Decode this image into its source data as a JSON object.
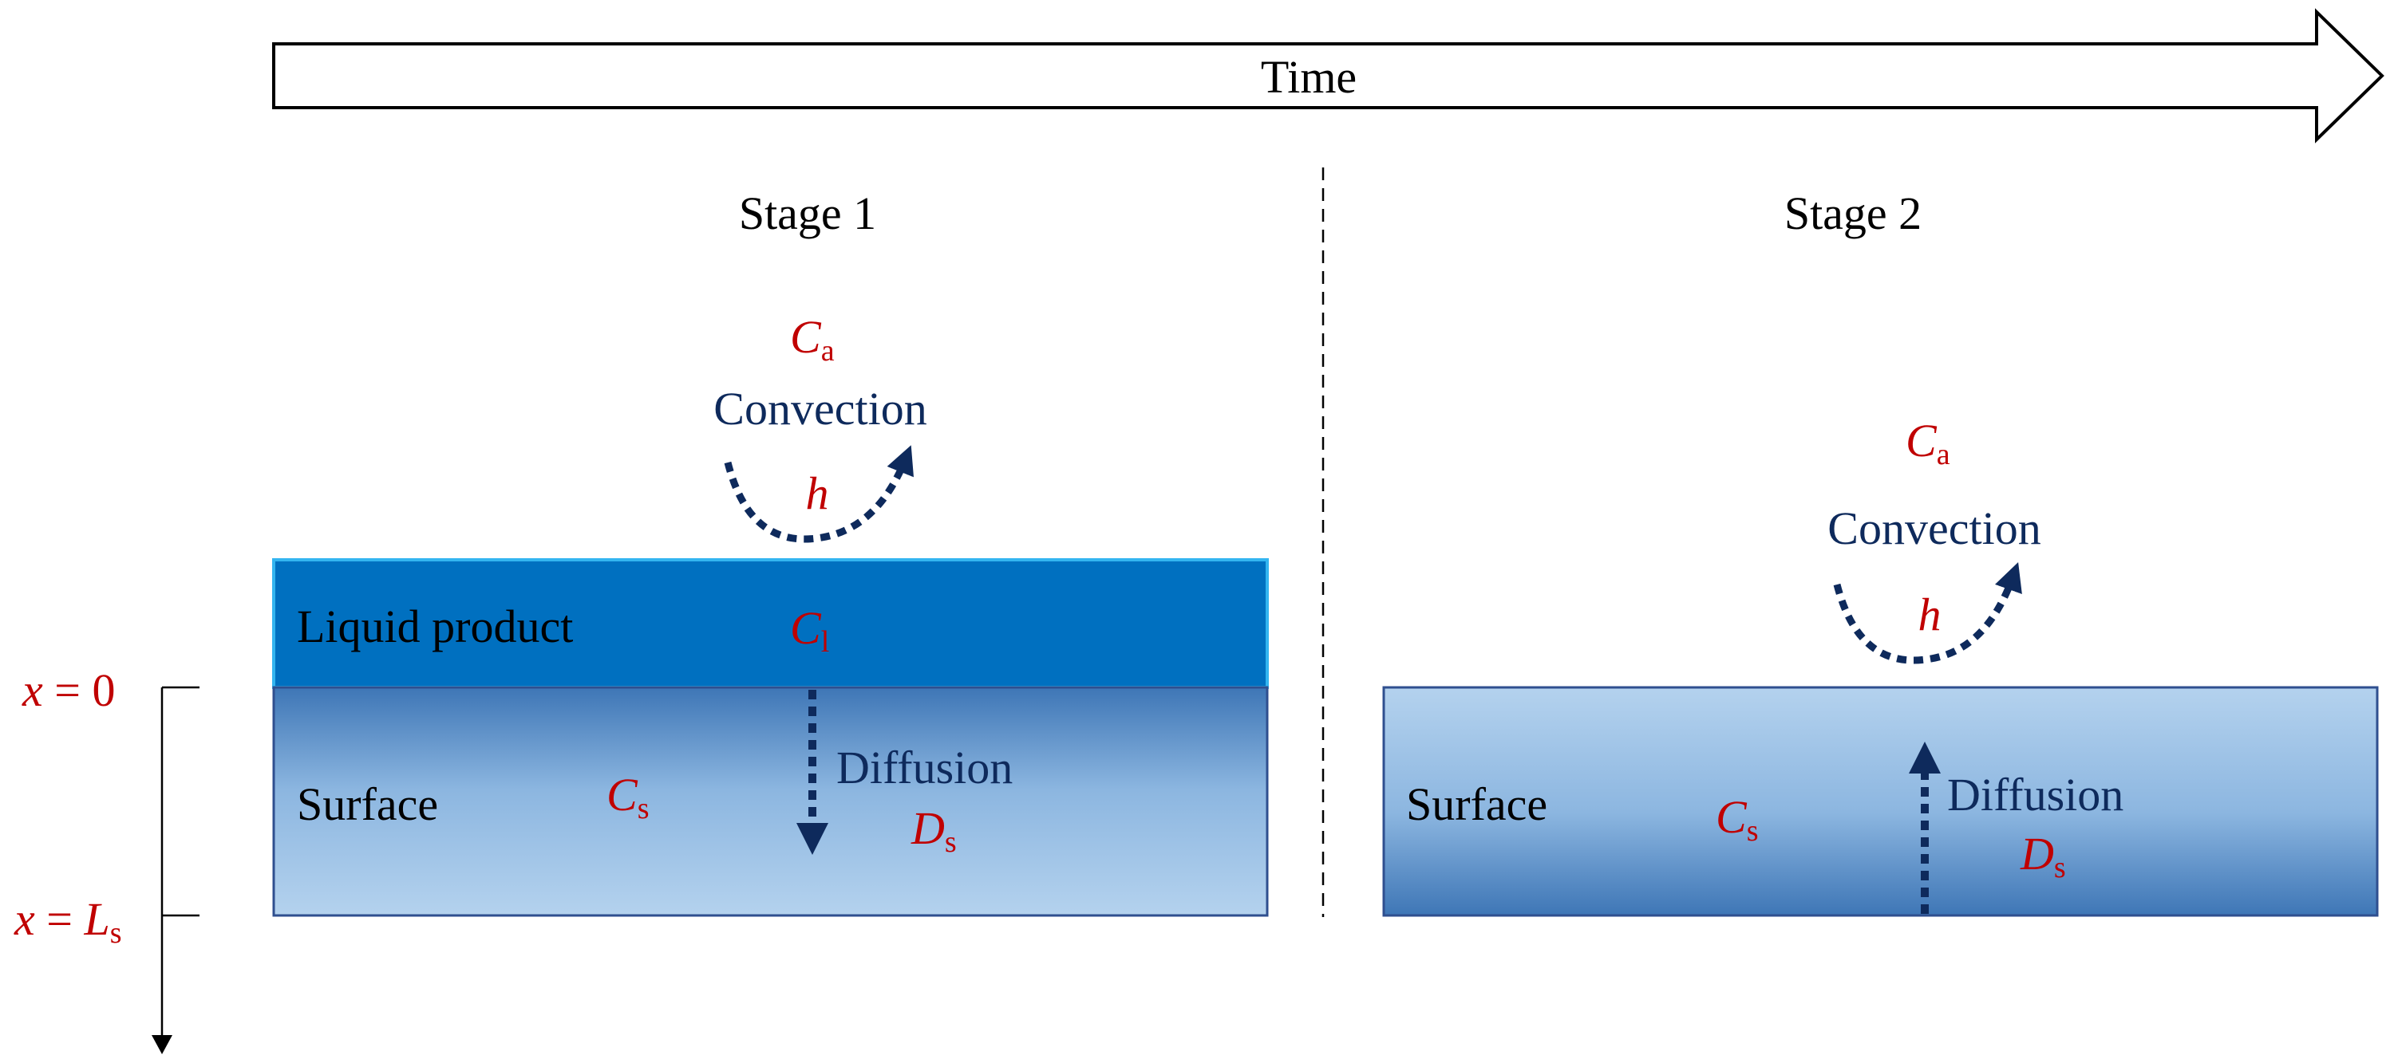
{
  "timeline": {
    "label": "Time"
  },
  "stage1": {
    "title": "Stage 1",
    "ambient_symbol": "C",
    "ambient_sub": "a",
    "convection_label": "Convection",
    "h_symbol": "h",
    "liquid_label": "Liquid product",
    "liquid_symbol": "C",
    "liquid_sub": "l",
    "surface_label": "Surface",
    "surface_symbol": "C",
    "surface_sub": "s",
    "diffusion_label": "Diffusion",
    "diff_symbol": "D",
    "diff_sub": "s"
  },
  "stage2": {
    "title": "Stage 2",
    "ambient_symbol": "C",
    "ambient_sub": "a",
    "convection_label": "Convection",
    "h_symbol": "h",
    "surface_label": "Surface",
    "surface_symbol": "C",
    "surface_sub": "s",
    "diffusion_label": "Diffusion",
    "diff_symbol": "D",
    "diff_sub": "s"
  },
  "axis": {
    "x0_var": "x",
    "x0_eq": " = 0",
    "xl_var": "x",
    "xl_eq": " = ",
    "xl_len": "L",
    "xl_sub": "s"
  },
  "colors": {
    "accent_red": "#C00000",
    "navy": "#0E2A5C",
    "liquid_blue": "#0070C0",
    "liquid_border": "#33B5F0",
    "surface_dark": "#3E76B6",
    "surface_light": "#B4D2EE",
    "box_border": "#2F4F8F"
  }
}
